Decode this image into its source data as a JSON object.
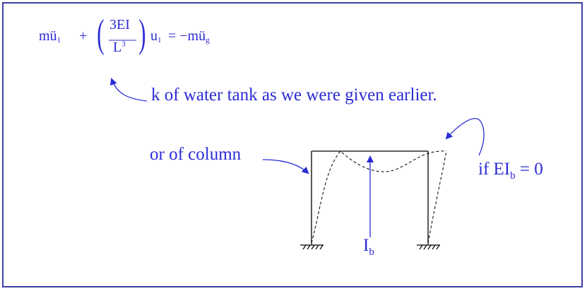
{
  "equation": {
    "m1": "mü",
    "sub1": "1",
    "plus": "+",
    "numerator": "3EI",
    "denominator": "L",
    "denominator_sup": "3",
    "u": "u",
    "sub2": "1",
    "equals": "= −mü",
    "sub_g": "g"
  },
  "annotations": {
    "k_note": "k of water tank as we were given earlier.",
    "column_note": "or of column",
    "ei_label": "if EI",
    "ei_sub": "b",
    "ei_value": " = 0",
    "ib_label": "I",
    "ib_sub": "b"
  },
  "colors": {
    "text": "#2b2bd6",
    "frame_border": "#3b3fa5",
    "structure": "#000000"
  }
}
